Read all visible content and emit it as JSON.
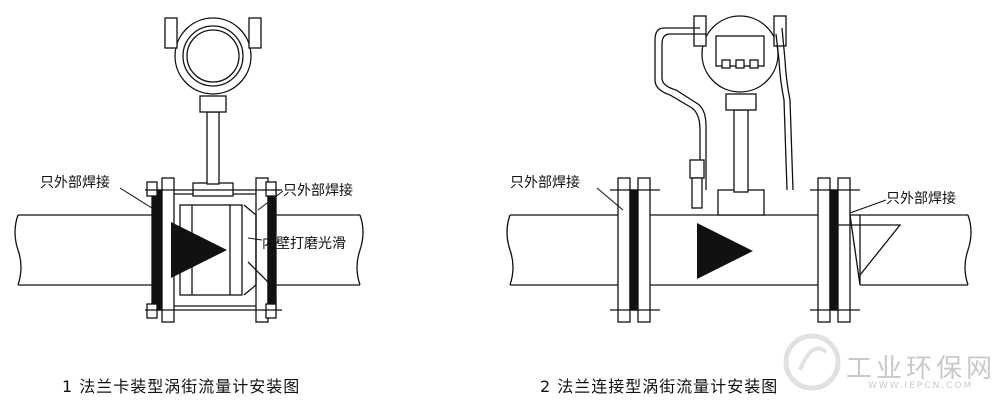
{
  "figure1": {
    "label_left": "只外部焊接",
    "label_right": "只外部焊接",
    "label_inner": "内壁打磨光滑",
    "caption": "1 法兰卡装型涡街流量计安装图"
  },
  "figure2": {
    "label_left": "只外部焊接",
    "label_right": "只外部焊接",
    "caption": "2 法兰连接型涡街流量计安装图"
  },
  "watermark": {
    "text": "工业环保网",
    "sub": "WWW.IEPCN.COM",
    "color": "#c9c9c9"
  }
}
